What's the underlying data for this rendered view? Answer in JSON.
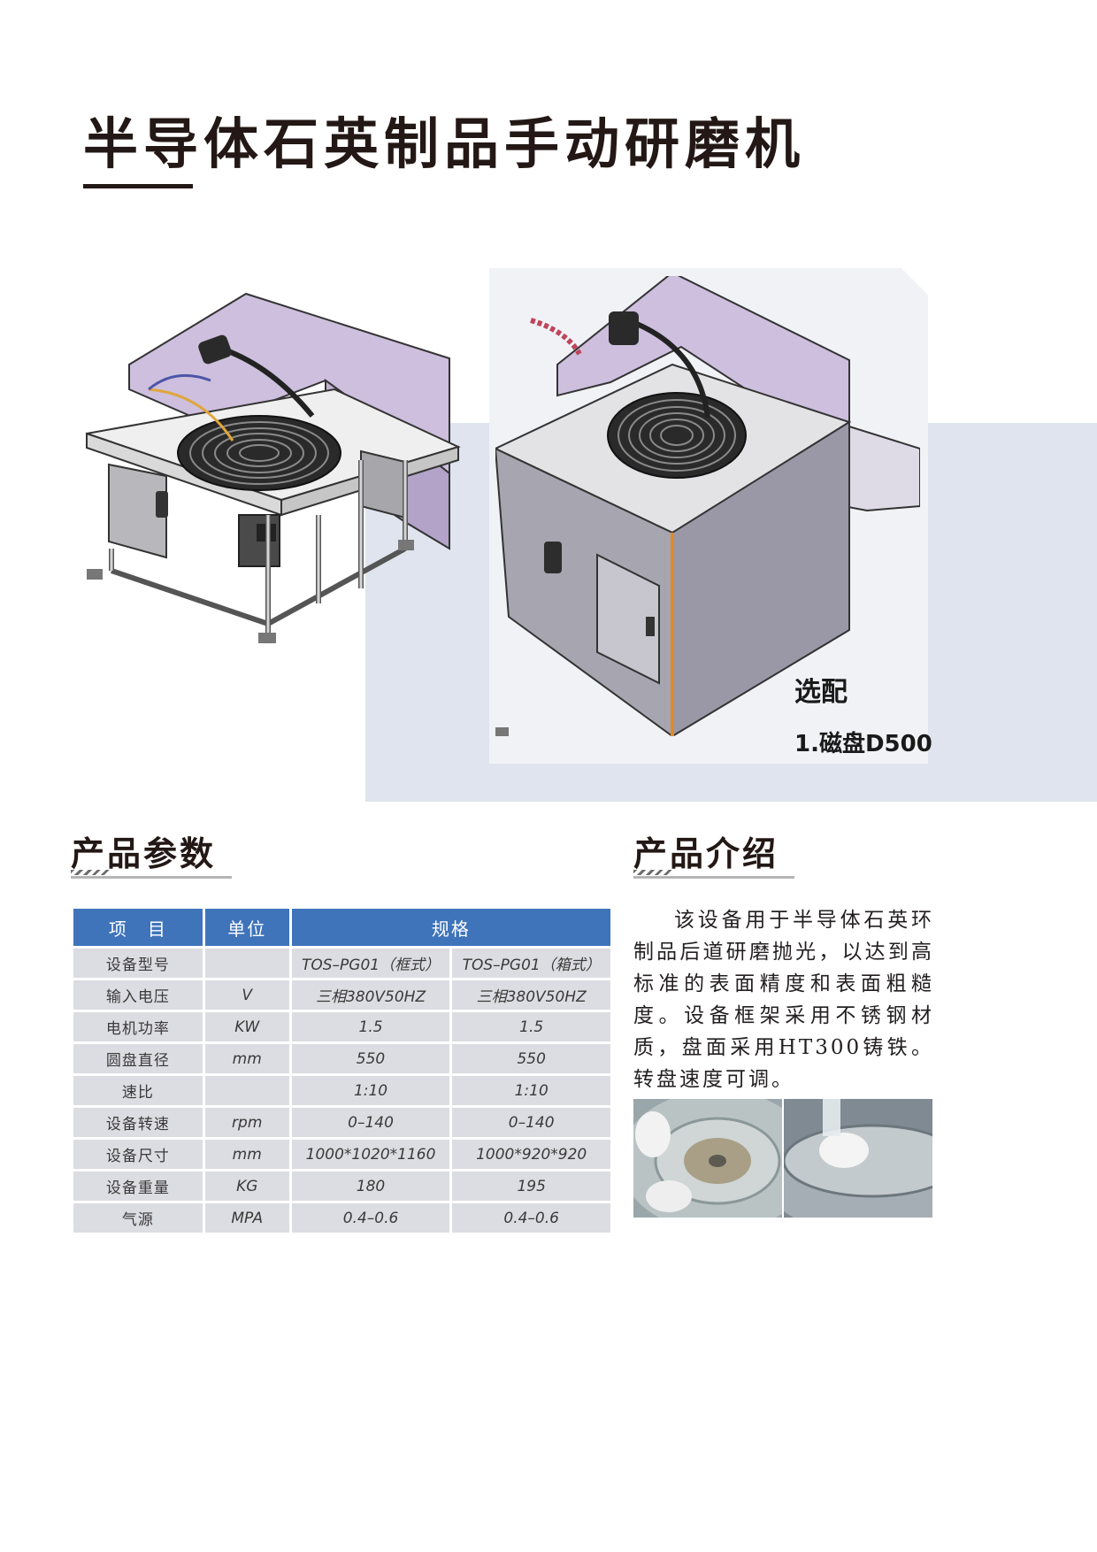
{
  "title": "半导体石英制品手动研磨机",
  "options": {
    "heading": "选配",
    "items": [
      "1.磁盘D500"
    ]
  },
  "params": {
    "heading": "产品参数",
    "table": {
      "headers": [
        "项　目",
        "单位",
        "规格"
      ],
      "rows": [
        {
          "item": "设备型号",
          "unit": "",
          "a": "TOS–PG01（框式）",
          "b": "TOS–PG01（箱式）"
        },
        {
          "item": "输入电压",
          "unit": "V",
          "a": "三相380V50HZ",
          "b": "三相380V50HZ"
        },
        {
          "item": "电机功率",
          "unit": "KW",
          "a": "1.5",
          "b": "1.5"
        },
        {
          "item": "圆盘直径",
          "unit": "mm",
          "a": "550",
          "b": "550"
        },
        {
          "item": "速比",
          "unit": "",
          "a": "1:10",
          "b": "1:10"
        },
        {
          "item": "设备转速",
          "unit": "rpm",
          "a": "0–140",
          "b": "0–140"
        },
        {
          "item": "设备尺寸",
          "unit": "mm",
          "a": "1000*1020*1160",
          "b": "1000*920*920"
        },
        {
          "item": "设备重量",
          "unit": "KG",
          "a": "180",
          "b": "195"
        },
        {
          "item": "气源",
          "unit": "MPA",
          "a": "0.4–0.6",
          "b": "0.4–0.6"
        }
      ]
    }
  },
  "intro": {
    "heading": "产品介绍",
    "text": "该设备用于半导体石英环制品后道研磨抛光，以达到高标准的表面精度和表面粗糙度。设备框架采用不锈钢材质，盘面采用HT300铸铁。转盘速度可调。"
  },
  "colors": {
    "header_blue": "#3f74bb",
    "cell_grey": "#dcdce3",
    "band": "#dfe4ee",
    "enclosure": "#cdbfdd",
    "cabinet": "#9a98a6"
  }
}
